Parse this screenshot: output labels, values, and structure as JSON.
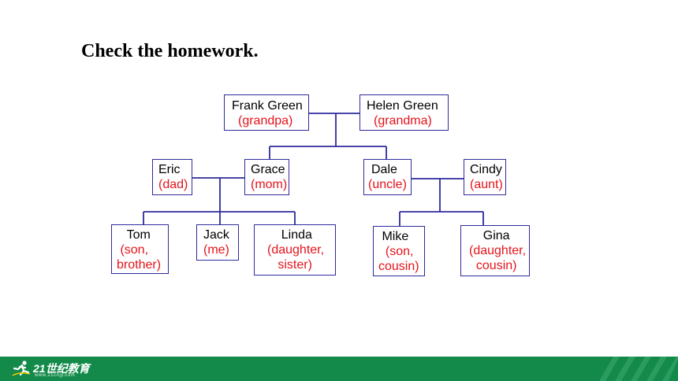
{
  "title": "Check the homework.",
  "colors": {
    "line": "#2e2a9c",
    "relation_text": "#e3131b",
    "footer_bg": "#138a4a"
  },
  "family": {
    "frank": {
      "name": "Frank Green",
      "role": "(grandpa)"
    },
    "helen": {
      "name": "Helen Green",
      "role": "(grandma)"
    },
    "eric": {
      "name": "Eric",
      "role": "(dad)"
    },
    "grace": {
      "name": "Grace",
      "role": "(mom)"
    },
    "dale": {
      "name": "Dale",
      "role": "(uncle)"
    },
    "cindy": {
      "name": "Cindy",
      "role": "(aunt)"
    },
    "tom": {
      "name": "  Tom",
      "role": " (son,\nbrother)"
    },
    "jack": {
      "name": "Jack",
      "role": "(me)"
    },
    "linda": {
      "name": "    Linda",
      "role": "(daughter,\n   sister)"
    },
    "mike": {
      "name": " Mike",
      "role": "  (son,\ncousin)"
    },
    "gina": {
      "name": "    Gina",
      "role": "(daughter,\n  cousin)"
    }
  },
  "footer": {
    "logo_text": "21世纪教育",
    "logo_url": "www.21cnjy.com",
    "logo_icon": "running-figure-icon"
  }
}
